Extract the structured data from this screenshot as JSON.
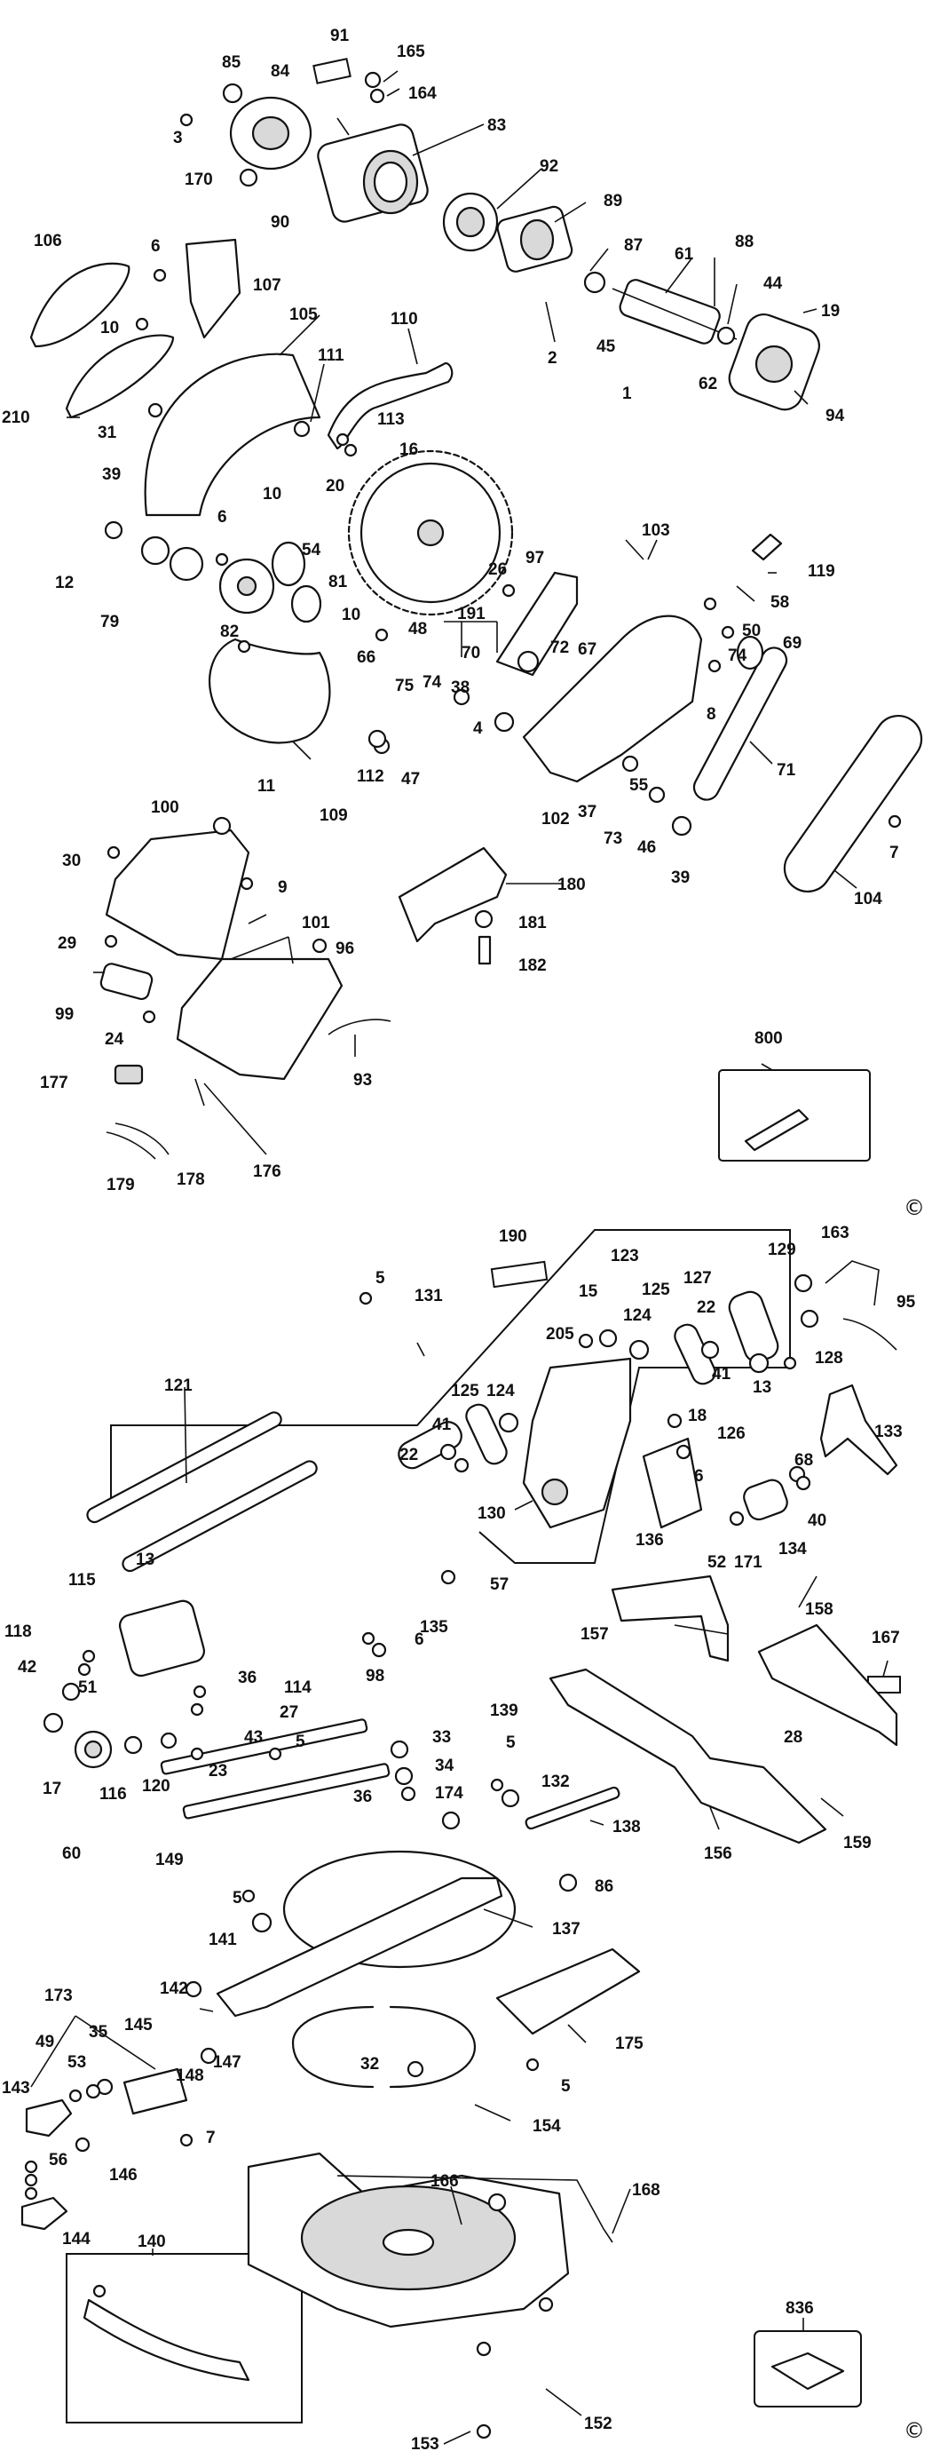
{
  "copyright": "©",
  "callouts": [
    {
      "id": "c85",
      "text": "85"
    },
    {
      "id": "c84",
      "text": "84"
    },
    {
      "id": "c91",
      "text": "91"
    },
    {
      "id": "c165",
      "text": "165"
    },
    {
      "id": "c164",
      "text": "164"
    },
    {
      "id": "c83",
      "text": "83"
    },
    {
      "id": "c3",
      "text": "3"
    },
    {
      "id": "c170",
      "text": "170"
    },
    {
      "id": "c92",
      "text": "92"
    },
    {
      "id": "c90",
      "text": "90"
    },
    {
      "id": "c89",
      "text": "89"
    },
    {
      "id": "c106",
      "text": "106"
    },
    {
      "id": "c6a",
      "text": "6"
    },
    {
      "id": "c87",
      "text": "87"
    },
    {
      "id": "c61",
      "text": "61"
    },
    {
      "id": "c88",
      "text": "88"
    },
    {
      "id": "c107",
      "text": "107"
    },
    {
      "id": "c44",
      "text": "44"
    },
    {
      "id": "c19",
      "text": "19"
    },
    {
      "id": "c105",
      "text": "105"
    },
    {
      "id": "c110",
      "text": "110"
    },
    {
      "id": "c10a",
      "text": "10"
    },
    {
      "id": "c2",
      "text": "2"
    },
    {
      "id": "c45",
      "text": "45"
    },
    {
      "id": "c111",
      "text": "111"
    },
    {
      "id": "c62",
      "text": "62"
    },
    {
      "id": "c1",
      "text": "1"
    },
    {
      "id": "c94",
      "text": "94"
    },
    {
      "id": "c210",
      "text": "210"
    },
    {
      "id": "c31",
      "text": "31"
    },
    {
      "id": "c113",
      "text": "113"
    },
    {
      "id": "c16",
      "text": "16"
    },
    {
      "id": "c39a",
      "text": "39"
    },
    {
      "id": "c10b",
      "text": "10"
    },
    {
      "id": "c20",
      "text": "20"
    },
    {
      "id": "c6b",
      "text": "6"
    },
    {
      "id": "c103",
      "text": "103"
    },
    {
      "id": "c12",
      "text": "12"
    },
    {
      "id": "c54",
      "text": "54"
    },
    {
      "id": "c97",
      "text": "97"
    },
    {
      "id": "c119",
      "text": "119"
    },
    {
      "id": "c26",
      "text": "26"
    },
    {
      "id": "c81",
      "text": "81"
    },
    {
      "id": "c58",
      "text": "58"
    },
    {
      "id": "c79",
      "text": "79"
    },
    {
      "id": "c82",
      "text": "82"
    },
    {
      "id": "c10c",
      "text": "10"
    },
    {
      "id": "c48",
      "text": "48"
    },
    {
      "id": "c191",
      "text": "191"
    },
    {
      "id": "c50",
      "text": "50"
    },
    {
      "id": "c72",
      "text": "72"
    },
    {
      "id": "c67",
      "text": "67"
    },
    {
      "id": "c69",
      "text": "69"
    },
    {
      "id": "c70",
      "text": "70"
    },
    {
      "id": "c66",
      "text": "66"
    },
    {
      "id": "c74a",
      "text": "74"
    },
    {
      "id": "c8",
      "text": "8"
    },
    {
      "id": "c75",
      "text": "75"
    },
    {
      "id": "c74b",
      "text": "74"
    },
    {
      "id": "c38",
      "text": "38"
    },
    {
      "id": "c71",
      "text": "71"
    },
    {
      "id": "c4",
      "text": "4"
    },
    {
      "id": "c112",
      "text": "112"
    },
    {
      "id": "c47",
      "text": "47"
    },
    {
      "id": "c55",
      "text": "55"
    },
    {
      "id": "c11",
      "text": "11"
    },
    {
      "id": "c102",
      "text": "102"
    },
    {
      "id": "c37",
      "text": "37"
    },
    {
      "id": "c73",
      "text": "73"
    },
    {
      "id": "c46",
      "text": "46"
    },
    {
      "id": "c109",
      "text": "109"
    },
    {
      "id": "c39b",
      "text": "39"
    },
    {
      "id": "c100",
      "text": "100"
    },
    {
      "id": "c7a",
      "text": "7"
    },
    {
      "id": "c30",
      "text": "30"
    },
    {
      "id": "c104",
      "text": "104"
    },
    {
      "id": "c9",
      "text": "9"
    },
    {
      "id": "c180",
      "text": "180"
    },
    {
      "id": "c101",
      "text": "101"
    },
    {
      "id": "c29",
      "text": "29"
    },
    {
      "id": "c96",
      "text": "96"
    },
    {
      "id": "c181",
      "text": "181"
    },
    {
      "id": "c182",
      "text": "182"
    },
    {
      "id": "c99",
      "text": "99"
    },
    {
      "id": "c24",
      "text": "24"
    },
    {
      "id": "c800",
      "text": "800"
    },
    {
      "id": "c93",
      "text": "93"
    },
    {
      "id": "c177",
      "text": "177"
    },
    {
      "id": "c176",
      "text": "176"
    },
    {
      "id": "c179",
      "text": "179"
    },
    {
      "id": "c178",
      "text": "178"
    },
    {
      "id": "c190",
      "text": "190"
    },
    {
      "id": "c129",
      "text": "129"
    },
    {
      "id": "c163",
      "text": "163"
    },
    {
      "id": "c123",
      "text": "123"
    },
    {
      "id": "c5a",
      "text": "5"
    },
    {
      "id": "c131",
      "text": "131"
    },
    {
      "id": "c127",
      "text": "127"
    },
    {
      "id": "c95",
      "text": "95"
    },
    {
      "id": "c15",
      "text": "15"
    },
    {
      "id": "c125a",
      "text": "125"
    },
    {
      "id": "c22a",
      "text": "22"
    },
    {
      "id": "c205",
      "text": "205"
    },
    {
      "id": "c124a",
      "text": "124"
    },
    {
      "id": "c41a",
      "text": "41"
    },
    {
      "id": "c128",
      "text": "128"
    },
    {
      "id": "c13a",
      "text": "13"
    },
    {
      "id": "c121",
      "text": "121"
    },
    {
      "id": "c18",
      "text": "18"
    },
    {
      "id": "c133",
      "text": "133"
    },
    {
      "id": "c125b",
      "text": "125"
    },
    {
      "id": "c124b",
      "text": "124"
    },
    {
      "id": "c126",
      "text": "126"
    },
    {
      "id": "c41b",
      "text": "41"
    },
    {
      "id": "c22b",
      "text": "22"
    },
    {
      "id": "c6c",
      "text": "6"
    },
    {
      "id": "c68",
      "text": "68"
    },
    {
      "id": "c40",
      "text": "40"
    },
    {
      "id": "c130",
      "text": "130"
    },
    {
      "id": "c136",
      "text": "136"
    },
    {
      "id": "c134",
      "text": "134"
    },
    {
      "id": "c52",
      "text": "52"
    },
    {
      "id": "c171",
      "text": "171"
    },
    {
      "id": "c57",
      "text": "57"
    },
    {
      "id": "c115",
      "text": "115"
    },
    {
      "id": "c13b",
      "text": "13"
    },
    {
      "id": "c135",
      "text": "135"
    },
    {
      "id": "c158",
      "text": "158"
    },
    {
      "id": "c118",
      "text": "118"
    },
    {
      "id": "c157",
      "text": "157"
    },
    {
      "id": "c167",
      "text": "167"
    },
    {
      "id": "c6d",
      "text": "6"
    },
    {
      "id": "c51",
      "text": "51"
    },
    {
      "id": "c98",
      "text": "98"
    },
    {
      "id": "c42",
      "text": "42"
    },
    {
      "id": "c36a",
      "text": "36"
    },
    {
      "id": "c114",
      "text": "114"
    },
    {
      "id": "c27",
      "text": "27"
    },
    {
      "id": "c139",
      "text": "139"
    },
    {
      "id": "c43",
      "text": "43"
    },
    {
      "id": "c5b",
      "text": "5"
    },
    {
      "id": "c33",
      "text": "33"
    },
    {
      "id": "c5c",
      "text": "5"
    },
    {
      "id": "c28",
      "text": "28"
    },
    {
      "id": "c17",
      "text": "17"
    },
    {
      "id": "c116",
      "text": "116"
    },
    {
      "id": "c120",
      "text": "120"
    },
    {
      "id": "c23",
      "text": "23"
    },
    {
      "id": "c34",
      "text": "34"
    },
    {
      "id": "c132",
      "text": "132"
    },
    {
      "id": "c36b",
      "text": "36"
    },
    {
      "id": "c174",
      "text": "174"
    },
    {
      "id": "c138",
      "text": "138"
    },
    {
      "id": "c159",
      "text": "159"
    },
    {
      "id": "c60",
      "text": "60"
    },
    {
      "id": "c156",
      "text": "156"
    },
    {
      "id": "c149",
      "text": "149"
    },
    {
      "id": "c86",
      "text": "86"
    },
    {
      "id": "c5d",
      "text": "5"
    },
    {
      "id": "c141",
      "text": "141"
    },
    {
      "id": "c137",
      "text": "137"
    },
    {
      "id": "c173",
      "text": "173"
    },
    {
      "id": "c142",
      "text": "142"
    },
    {
      "id": "c145",
      "text": "145"
    },
    {
      "id": "c35",
      "text": "35"
    },
    {
      "id": "c49",
      "text": "49"
    },
    {
      "id": "c175",
      "text": "175"
    },
    {
      "id": "c53",
      "text": "53"
    },
    {
      "id": "c147",
      "text": "147"
    },
    {
      "id": "c32",
      "text": "32"
    },
    {
      "id": "c148",
      "text": "148"
    },
    {
      "id": "c5e",
      "text": "5"
    },
    {
      "id": "c143",
      "text": "143"
    },
    {
      "id": "c7b",
      "text": "7"
    },
    {
      "id": "c154",
      "text": "154"
    },
    {
      "id": "c56",
      "text": "56"
    },
    {
      "id": "c146",
      "text": "146"
    },
    {
      "id": "c166",
      "text": "166"
    },
    {
      "id": "c168",
      "text": "168"
    },
    {
      "id": "c144",
      "text": "144"
    },
    {
      "id": "c140",
      "text": "140"
    },
    {
      "id": "c836",
      "text": "836"
    },
    {
      "id": "c152",
      "text": "152"
    },
    {
      "id": "c153",
      "text": "153"
    }
  ]
}
